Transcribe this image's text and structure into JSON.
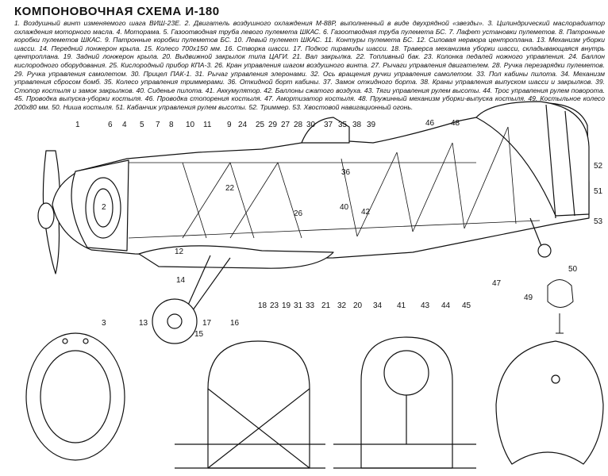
{
  "title": "КОМПОНОВОЧНАЯ СХЕМА И-180",
  "legend": "1. Воздушный винт изменяемого шага ВИШ-23Е. 2. Двигатель воздушного охлаждения М-88Р, выполненный в виде двухрядной «звезды». 3. Цилиндрический маслорадиатор охлаждения моторного масла. 4. Моторама. 5. Газоотводная труба левого пулемета ШКАС. 6. Газоотводная труба пулемета БС. 7. Лафет установки пулеметов. 8. Патронные коробки пулеметов ШКАС. 9. Патронные коробки пулеметов БС. 10. Левый пулемет ШКАС. 11. Контуры пулемета БС. 12. Силовая нервюра центроплана. 13. Механизм уборки шасси. 14. Передний лонжерон крыла. 15. Колесо 700x150 мм. 16. Створка шасси. 17. Подкос пирамиды шасси. 18. Траверса механизма уборки шасси, складывающаяся внутрь центроплана. 19. Задний лонжерон крыла. 20. Выдвижной закрылок типа ЦАГИ. 21. Вал закрылка. 22. Топливный бак. 23. Колонка педалей ножного управления. 24. Баллон кислородного оборудования. 25. Кислородный прибор КПА-3. 26. Кран управления шагом воздушного винта. 27. Рычаги управления двигателем. 28. Ручка перезарядки пулеметов. 29. Ручка управления самолетом. 30. Прицел ПАК-1. 31. Рычаг управления элеронами. 32. Ось вращения ручки управления самолетом. 33. Пол кабины пилота. 34. Механизм управления сбросом бомб. 35. Колесо управления триммерами. 36. Откидной борт кабины. 37. Замок откидного борта. 38. Краны управления выпуском шасси и закрылков. 39. Стопор костыля и замок закрылков. 40. Сиденье пилота. 41. Аккумулятор. 42. Баллоны сжатого воздуха. 43. Тяги управления рулем высоты. 44. Трос управления рулем поворота. 45. Проводка выпуска-уборки костыля. 46. Проводка стопорения костыля. 47. Амортизатор костыля. 48. Пружинный механизм уборки-выпуска костыля. 49. Костыльное колесо 200x80 мм. 50. Ниша костыля. 51. Кабанчик управления рулем высоты. 52. Триммер. 53. Хвостовой навигационный огонь.",
  "callouts": {
    "top": [
      "1",
      "6",
      "4",
      "5",
      "7",
      "8",
      "10",
      "11",
      "9",
      "24",
      "25",
      "29",
      "27",
      "28",
      "30",
      "37",
      "35",
      "38",
      "39",
      "46",
      "48"
    ],
    "bottom": [
      "3",
      "13",
      "14",
      "17",
      "16",
      "15",
      "18",
      "23",
      "19",
      "31",
      "33",
      "21",
      "32",
      "20",
      "34",
      "41",
      "43",
      "44",
      "45",
      "47",
      "49"
    ],
    "inner": [
      "2",
      "22",
      "12",
      "26",
      "36",
      "40",
      "42"
    ],
    "right": [
      "52",
      "51",
      "53",
      "50"
    ]
  },
  "colors": {
    "ink": "#111111",
    "paper": "#ffffff"
  }
}
